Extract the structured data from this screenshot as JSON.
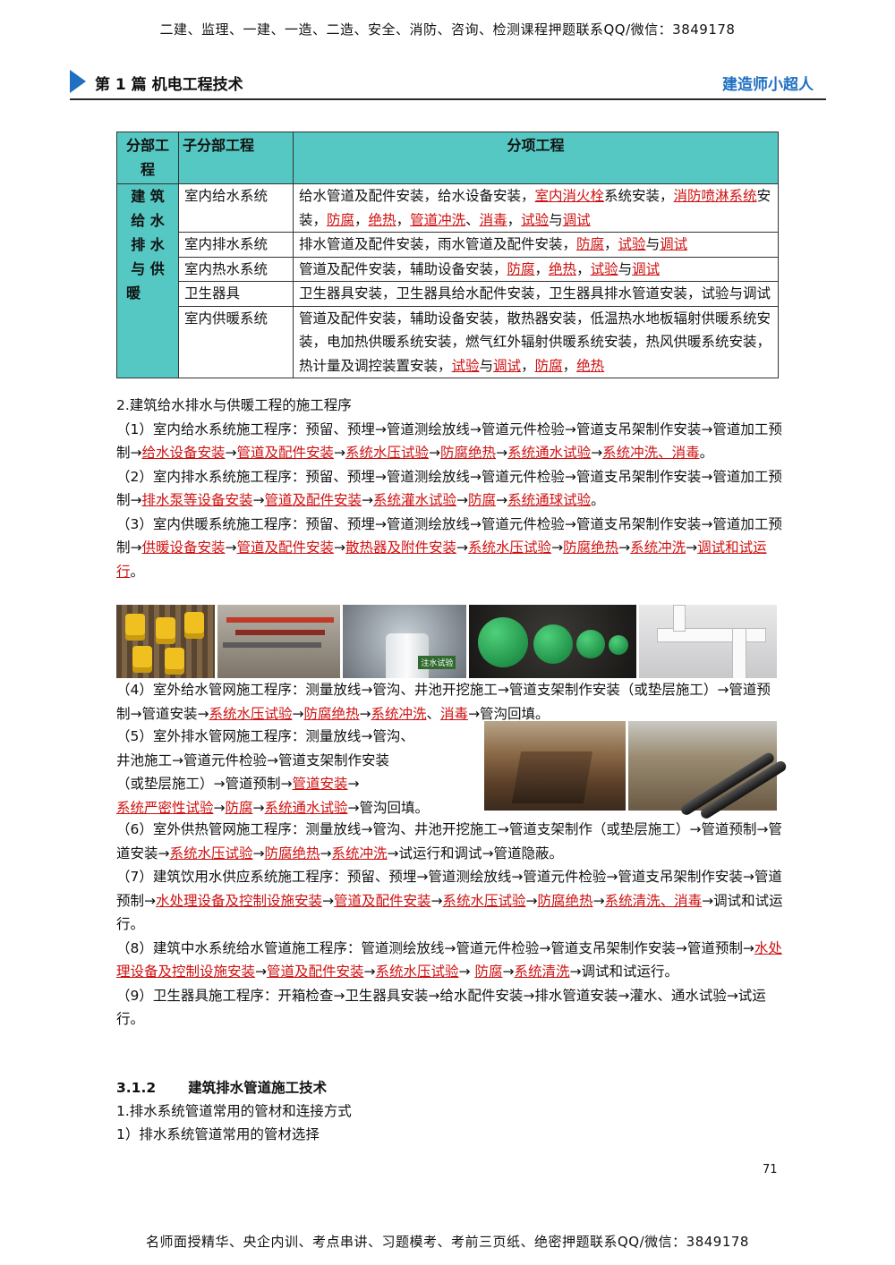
{
  "top_banner": "二建、监理、一建、一造、二造、安全、消防、咨询、检测课程押题联系QQ/微信：3849178",
  "header": {
    "title": "第 1 篇  机电工程技术",
    "brand": "建造师小超人"
  },
  "table": {
    "headers": [
      "分部工程",
      "子分部工程",
      "分项工程"
    ],
    "division": "建筑给水排水与供暖",
    "division_lines": [
      "建 筑",
      "给 水",
      "排 水",
      "与 供",
      "暖"
    ],
    "rows": [
      {
        "sub": "室内给水系统",
        "parts": [
          {
            "t": "给水管道及配件安装，给水设备安装，",
            "r": false
          },
          {
            "t": "室内消火栓",
            "r": true
          },
          {
            "t": "系统安装，",
            "r": false
          },
          {
            "t": "消防喷淋系统",
            "r": true
          },
          {
            "t": "安装，",
            "r": false
          },
          {
            "t": "防腐",
            "r": true
          },
          {
            "t": "，",
            "r": false
          },
          {
            "t": "绝热",
            "r": true
          },
          {
            "t": "，",
            "r": false
          },
          {
            "t": "管道冲洗",
            "r": true
          },
          {
            "t": "、",
            "r": false
          },
          {
            "t": "消毒",
            "r": true
          },
          {
            "t": "，",
            "r": false
          },
          {
            "t": "试验",
            "r": true
          },
          {
            "t": "与",
            "r": false
          },
          {
            "t": "调试",
            "r": true
          }
        ]
      },
      {
        "sub": "室内排水系统",
        "parts": [
          {
            "t": "排水管道及配件安装，雨水管道及配件安装，",
            "r": false
          },
          {
            "t": "防腐",
            "r": true
          },
          {
            "t": "，",
            "r": false
          },
          {
            "t": "试验",
            "r": true
          },
          {
            "t": "与",
            "r": false
          },
          {
            "t": "调试",
            "r": true
          }
        ]
      },
      {
        "sub": "室内热水系统",
        "parts": [
          {
            "t": "管道及配件安装，辅助设备安装，",
            "r": false
          },
          {
            "t": "防腐",
            "r": true
          },
          {
            "t": "，",
            "r": false
          },
          {
            "t": "绝热",
            "r": true
          },
          {
            "t": "，",
            "r": false
          },
          {
            "t": "试验",
            "r": true
          },
          {
            "t": "与",
            "r": false
          },
          {
            "t": "调试",
            "r": true
          }
        ]
      },
      {
        "sub": "卫生器具",
        "parts": [
          {
            "t": "卫生器具安装，卫生器具给水配件安装，卫生器具排水管道安装，试验与调试",
            "r": false
          }
        ]
      },
      {
        "sub": "室内供暖系统",
        "parts": [
          {
            "t": "管道及配件安装，辅助设备安装，散热器安装，低温热水地板辐射供暖系统安装，电加热供暖系统安装，燃气红外辐射供暖系统安装，热风供暖系统安装，热计量及调控装置安装，",
            "r": false
          },
          {
            "t": "试验",
            "r": true
          },
          {
            "t": "与",
            "r": false
          },
          {
            "t": "调试",
            "r": true
          },
          {
            "t": "，",
            "r": false
          },
          {
            "t": "防腐",
            "r": true
          },
          {
            "t": "，",
            "r": false
          },
          {
            "t": "绝热",
            "r": true
          }
        ]
      }
    ]
  },
  "section2_title": "2.建筑给水排水与供暖工程的施工程序",
  "procedures_a": [
    [
      {
        "t": "（1）室内给水系统施工程序：预留、预埋→管道测绘放线→管道元件检验→管道支吊架制作安装→管道加工预制→",
        "r": false
      },
      {
        "t": "给水设备安装",
        "r": true
      },
      {
        "t": "→",
        "r": false
      },
      {
        "t": "管道及配件安装",
        "r": true
      },
      {
        "t": "→",
        "r": false
      },
      {
        "t": "系统水压试验",
        "r": true
      },
      {
        "t": "→",
        "r": false
      },
      {
        "t": "防腐绝热",
        "r": true
      },
      {
        "t": "→",
        "r": false
      },
      {
        "t": "系统通水试验",
        "r": true
      },
      {
        "t": "→",
        "r": false
      },
      {
        "t": "系统冲洗、消毒",
        "r": true
      },
      {
        "t": "。",
        "r": false
      }
    ],
    [
      {
        "t": "（2）室内排水系统施工程序：预留、预埋→管道测绘放线→管道元件检验→管道支吊架制作安装→管道加工预制→",
        "r": false
      },
      {
        "t": "排水泵等设备安装",
        "r": true
      },
      {
        "t": "→",
        "r": false
      },
      {
        "t": "管道及配件安装",
        "r": true
      },
      {
        "t": "→",
        "r": false
      },
      {
        "t": "系统灌水试验",
        "r": true
      },
      {
        "t": "→",
        "r": false
      },
      {
        "t": "防腐",
        "r": true
      },
      {
        "t": "→",
        "r": false
      },
      {
        "t": "系统通球试验",
        "r": true
      },
      {
        "t": "。",
        "r": false
      }
    ],
    [
      {
        "t": "（3）室内供暖系统施工程序：预留、预埋→管道测绘放线→管道元件检验→管道支吊架制作安装→管道加工预制→",
        "r": false
      },
      {
        "t": "供暖设备安装",
        "r": true
      },
      {
        "t": "→",
        "r": false
      },
      {
        "t": "管道及配件安装",
        "r": true
      },
      {
        "t": "→",
        "r": false
      },
      {
        "t": "散热器及附件安装",
        "r": true
      },
      {
        "t": "→",
        "r": false
      },
      {
        "t": "系统水压试验",
        "r": true
      },
      {
        "t": "→",
        "r": false
      },
      {
        "t": "防腐绝热",
        "r": true
      },
      {
        "t": "→",
        "r": false
      },
      {
        "t": "系统冲洗",
        "r": true
      },
      {
        "t": "→",
        "r": false
      },
      {
        "t": "调试和试运行",
        "r": true
      },
      {
        "t": "。",
        "r": false
      }
    ]
  ],
  "photo_caption": "注水试验",
  "procedure_4": [
    {
      "t": "（4）室外给水管网施工程序：测量放线→管沟、井池开挖施工→管道支架制作安装（或垫层施工）→管道预制→管道安装→",
      "r": false
    },
    {
      "t": "系统水压试验",
      "r": true
    },
    {
      "t": "→",
      "r": false
    },
    {
      "t": "防腐绝热",
      "r": true
    },
    {
      "t": "→",
      "r": false
    },
    {
      "t": "系统冲洗",
      "r": true
    },
    {
      "t": "、",
      "r": false
    },
    {
      "t": "消毒",
      "r": true
    },
    {
      "t": "→管沟回填。",
      "r": false
    }
  ],
  "procedure_5_lines": [
    [
      {
        "t": "（5）室外排水管网施工程序：测量放线→管沟、",
        "r": false
      }
    ],
    [
      {
        "t": "井池施工→管道元件检验→管道支架制作安装",
        "r": false
      }
    ],
    [
      {
        "t": "（或垫层施工）→管道预制→",
        "r": false
      },
      {
        "t": "管道安装",
        "r": true
      },
      {
        "t": "→",
        "r": false
      }
    ],
    [
      {
        "t": "系统严密性试验",
        "r": true
      },
      {
        "t": "→",
        "r": false
      },
      {
        "t": "防腐",
        "r": true
      },
      {
        "t": "→",
        "r": false
      },
      {
        "t": "系统通水试验",
        "r": true
      },
      {
        "t": "→管沟回填。",
        "r": false
      }
    ]
  ],
  "procedures_b": [
    [
      {
        "t": "（6）室外供热管网施工程序：测量放线→管沟、井池开挖施工→管道支架制作（或垫层施工）→管道预制→管道安装→",
        "r": false
      },
      {
        "t": "系统水压试验",
        "r": true
      },
      {
        "t": "→",
        "r": false
      },
      {
        "t": "防腐绝热",
        "r": true
      },
      {
        "t": "→",
        "r": false
      },
      {
        "t": "系统冲洗",
        "r": true
      },
      {
        "t": "→试运行和调试→管道隐蔽。",
        "r": false
      }
    ],
    [
      {
        "t": "（7）建筑饮用水供应系统施工程序：预留、预埋→管道测绘放线→管道元件检验→管道支吊架制作安装→管道预制→",
        "r": false
      },
      {
        "t": "水处理设备及控制设施安装",
        "r": true
      },
      {
        "t": "→",
        "r": false
      },
      {
        "t": "管道及配件安装",
        "r": true
      },
      {
        "t": "→",
        "r": false
      },
      {
        "t": "系统水压试验",
        "r": true
      },
      {
        "t": "→",
        "r": false
      },
      {
        "t": "防腐绝热",
        "r": true
      },
      {
        "t": "→",
        "r": false
      },
      {
        "t": "系统清洗、消毒",
        "r": true
      },
      {
        "t": "→调试和试运行。",
        "r": false
      }
    ],
    [
      {
        "t": "（8）建筑中水系统给水管道施工程序：管道测绘放线→管道元件检验→管道支吊架制作安装→管道预制→",
        "r": false
      },
      {
        "t": "水处理设备及控制设施安装",
        "r": true
      },
      {
        "t": "→",
        "r": false
      },
      {
        "t": "管道及配件安装",
        "r": true
      },
      {
        "t": "→",
        "r": false
      },
      {
        "t": "系统水压试验",
        "r": true
      },
      {
        "t": "→ ",
        "r": false
      },
      {
        "t": "防腐",
        "r": true
      },
      {
        "t": "→",
        "r": false
      },
      {
        "t": "系统清洗",
        "r": true
      },
      {
        "t": "→调试和试运行。",
        "r": false
      }
    ],
    [
      {
        "t": "（9）卫生器具施工程序：开箱检查→卫生器具安装→给水配件安装→排水管道安装→灌水、通水试验→试运行。",
        "r": false
      }
    ]
  ],
  "section_312": {
    "num": "3.1.2",
    "title": "建筑排水管道施工技术"
  },
  "line_1": "1.排水系统管道常用的管材和连接方式",
  "line_2": "1）排水系统管道常用的管材选择",
  "page_number": "71",
  "bottom_banner": "名师面授精华、央企内训、考点串讲、习题模考、考前三页纸、绝密押题联系QQ/微信：3849178"
}
